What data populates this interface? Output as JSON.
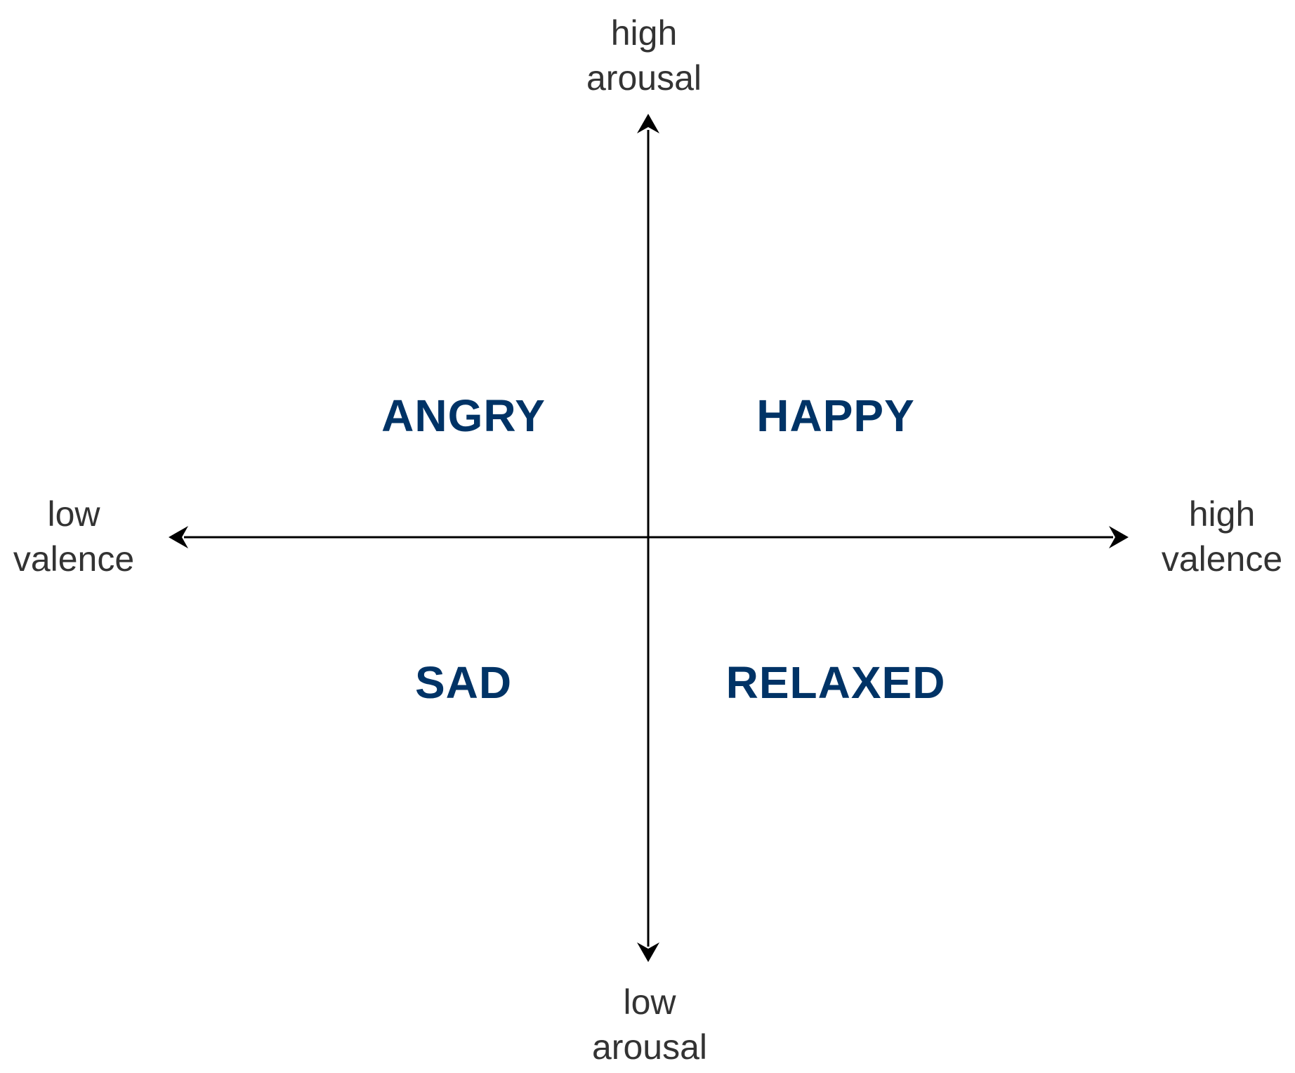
{
  "axes": {
    "top": {
      "line1": "high",
      "line2": "arousal"
    },
    "bottom": {
      "line1": "low",
      "line2": "arousal"
    },
    "left": {
      "line1": "low",
      "line2": "valence"
    },
    "right": {
      "line1": "high",
      "line2": "valence"
    }
  },
  "quadrants": {
    "top_left": "ANGRY",
    "top_right": "HAPPY",
    "bottom_left": "SAD",
    "bottom_right": "RELAXED"
  },
  "colors": {
    "quadrant_text": "#003366",
    "axis_text": "#333333",
    "axis_line": "#000000"
  }
}
